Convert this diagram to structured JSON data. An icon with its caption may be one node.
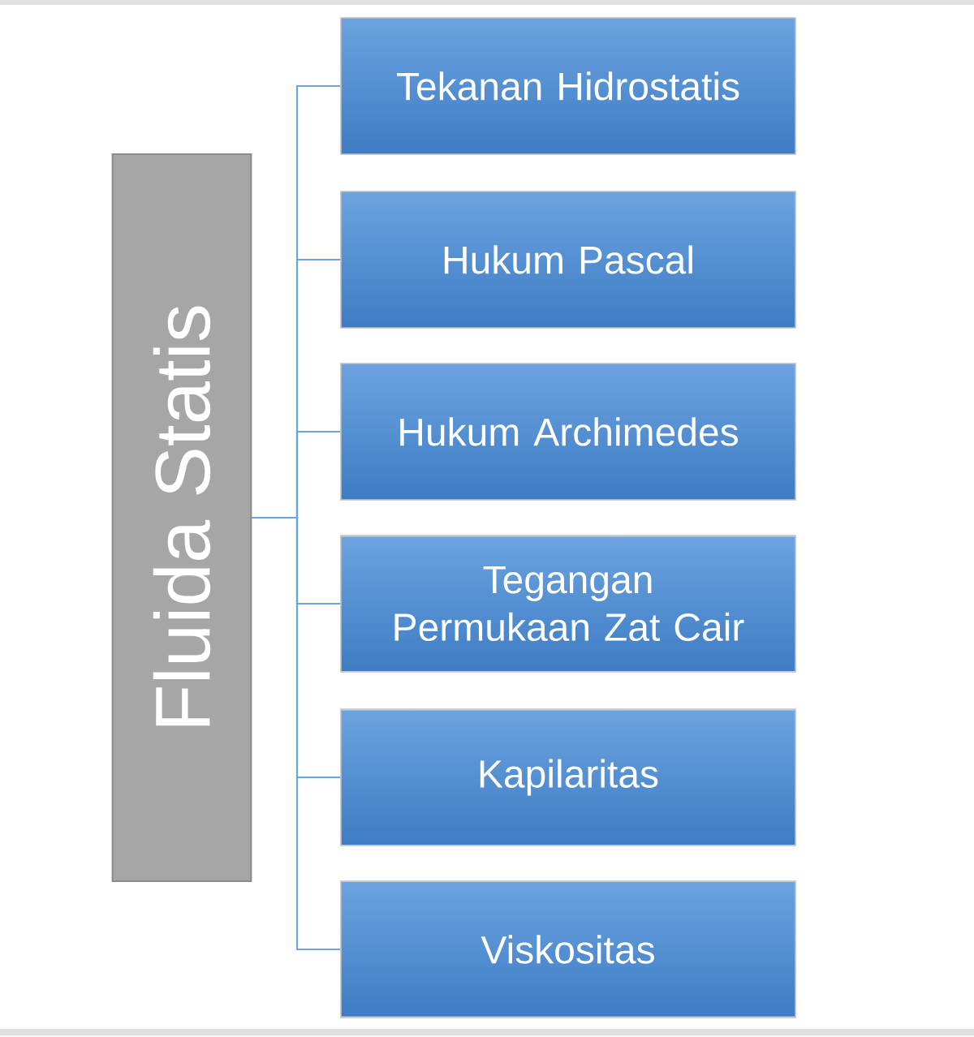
{
  "diagram": {
    "nodes": [
      {
        "text": [
          "Fluida Statis"
        ]
      },
      {
        "text": [
          "Tekanan Hidrostatis"
        ]
      },
      {
        "text": [
          "Hukum Pascal"
        ]
      },
      {
        "text": [
          "Hukum Archimedes"
        ]
      },
      {
        "text": [
          "Tegangan Permukaan Zat Cair"
        ]
      },
      {
        "text": [
          "Kapilaritas"
        ]
      },
      {
        "text": [
          "Viskositas"
        ]
      }
    ],
    "edges": [
      {
        "from": 0,
        "to": 1,
        "arrow": "none"
      },
      {
        "from": 0,
        "to": 2,
        "arrow": "none"
      },
      {
        "from": 0,
        "to": 3,
        "arrow": "none"
      },
      {
        "from": 0,
        "to": 4,
        "arrow": "none"
      },
      {
        "from": 0,
        "to": 5,
        "arrow": "none"
      },
      {
        "from": 0,
        "to": 6,
        "arrow": "none"
      }
    ]
  }
}
